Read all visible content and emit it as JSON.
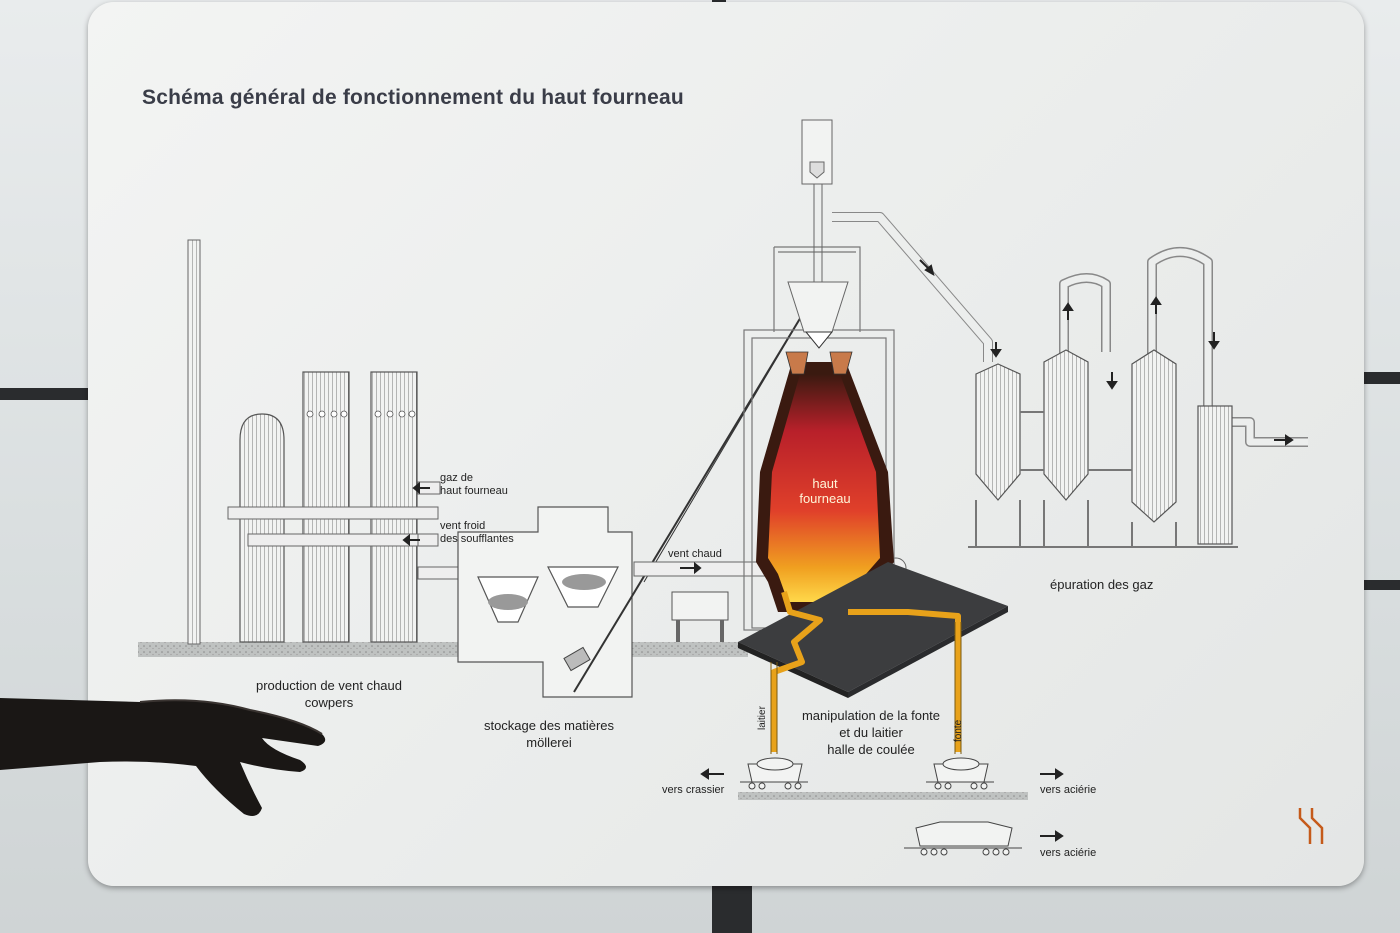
{
  "title": "Schéma général de fonctionnement du haut fourneau",
  "labels": {
    "gaz_de_haut_fourneau": "gaz de\nhaut fourneau",
    "vent_froid": "vent froid\ndes soufflantes",
    "vent_chaud": "vent chaud",
    "haut_fourneau": "haut\nfourneau",
    "epuration": "épuration des gaz",
    "production": "production de vent chaud\ncowpers",
    "stockage": "stockage des matières\nmöllerei",
    "manipulation": "manipulation de la fonte\net du laitier\nhalle de coulée",
    "laitier": "laitier",
    "fonte": "fonte",
    "vers_crassier": "vers crassier",
    "vers_acierie_1": "vers aciérie",
    "vers_acierie_2": "vers aciérie"
  },
  "colors": {
    "panel": "#eceeed",
    "line": "#555555",
    "molten": "#e8a21a",
    "furnace_outer": "#3a1a10",
    "furnace_hot": "#d8202a",
    "title": "#3a3d48"
  },
  "icons": [
    "logo-mark-icon"
  ]
}
